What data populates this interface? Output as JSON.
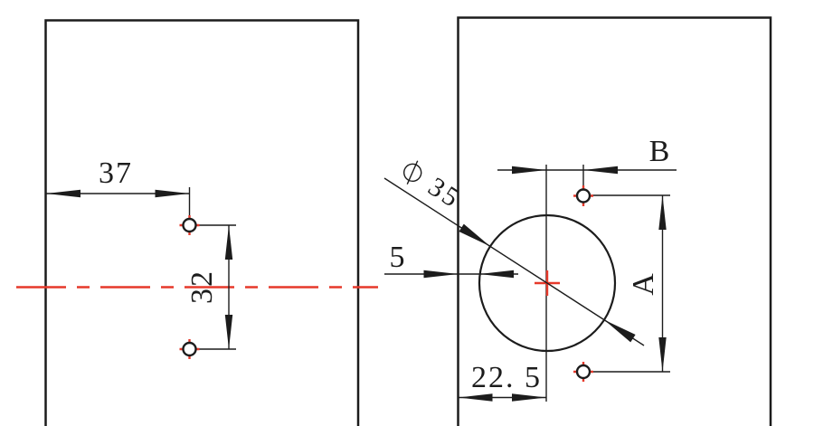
{
  "colors": {
    "background": "#ffffff",
    "line_black": "#1c1c1c",
    "centerline_red": "#e6392b"
  },
  "symbols": {
    "diameter_symbol": "⌀"
  },
  "dimensions": {
    "edge_to_holes_horizontal": "37",
    "left_hole_spacing": "32",
    "cup_diameter": "35",
    "edge_to_cup_rim": "5",
    "edge_to_cup_center": "22. 5",
    "cup_center_to_screw_holes": "B",
    "screw_hole_spacing": "A"
  }
}
